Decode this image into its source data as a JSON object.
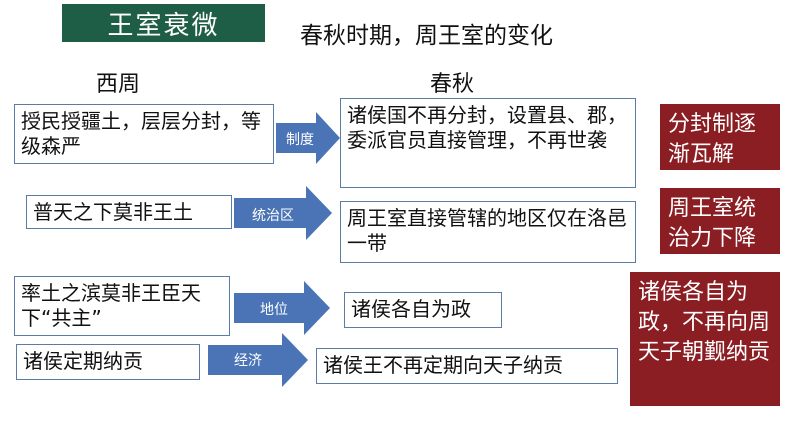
{
  "header": {
    "banner_title": "王室衰微",
    "subtitle": "春秋时期，周王室的变化"
  },
  "columns": {
    "left": "西周",
    "right": "春秋"
  },
  "rows": [
    {
      "xizhou": "授民授疆土，层层分封，等级森严",
      "arrow_label": "制度",
      "chunqiu": "诸侯国不再分封，设置县、郡，委派官员直接管理，不再世袭"
    },
    {
      "xizhou": "普天之下莫非王土",
      "arrow_label": "统治区",
      "chunqiu": "周王室直接管辖的地区仅在洛邑一带"
    },
    {
      "xizhou": "率土之滨莫非王臣天下“共主”",
      "arrow_label": "地位",
      "chunqiu": "诸侯各自为政"
    },
    {
      "xizhou": "诸侯定期纳贡",
      "arrow_label": "经济",
      "chunqiu": "诸侯王不再定期向天子纳贡"
    }
  ],
  "conclusions": [
    "分封制逐渐瓦解",
    "周王室统治力下降",
    "诸侯各自为政，不再向周天子朝觐纳贡"
  ],
  "colors": {
    "banner": "#1f5e46",
    "arrow": "#4a74b5",
    "conclusion": "#8b1e23",
    "box_border": "#5b7aa6"
  }
}
